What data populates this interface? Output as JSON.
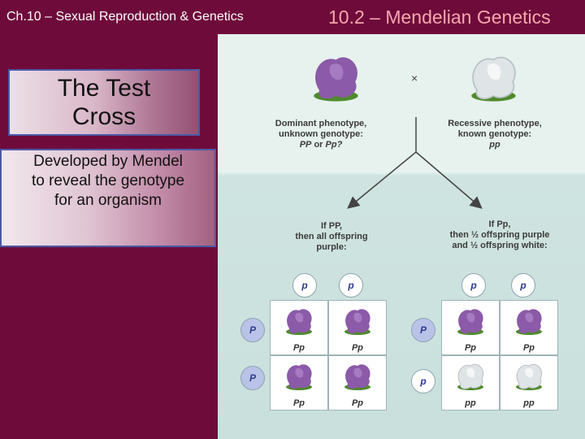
{
  "header": {
    "left_title": "Ch.10 – Sexual Reproduction & Genetics",
    "right_title": "10.2 – Mendelian Genetics"
  },
  "title_box": {
    "line1": "The Test",
    "line2": "Cross"
  },
  "description": {
    "line1": "Developed by Mendel",
    "line2": "to reveal the genotype",
    "line3": "for an organism"
  },
  "diagram": {
    "cross_symbol": "×",
    "dominant": {
      "line1": "Dominant phenotype,",
      "line2": "unknown genotype:",
      "g1": "PP",
      "or": " or ",
      "g2": "Pp?"
    },
    "recessive": {
      "line1": "Recessive phenotype,",
      "line2": "known genotype:",
      "g": "pp"
    },
    "case_left": {
      "line1": "If PP,",
      "line2": "then all offspring",
      "line3": "purple:"
    },
    "case_right": {
      "line1": "If Pp,",
      "line2": "then ½ offspring purple",
      "line3": "and ½ offspring white:"
    },
    "left_square": {
      "top_gametes": [
        "p",
        "p"
      ],
      "side_gametes": [
        "P",
        "P"
      ],
      "cells": [
        "Pp",
        "Pp",
        "Pp",
        "Pp"
      ]
    },
    "right_square": {
      "top_gametes": [
        "p",
        "p"
      ],
      "side_gametes": [
        "P",
        "p"
      ],
      "cells": [
        "Pp",
        "Pp",
        "pp",
        "pp"
      ]
    }
  },
  "colors": {
    "background": "#6e0b3a",
    "right_title": "#f7a7ad",
    "purple_flower": "#8b5aa8",
    "white_flower": "#dfe4e6"
  }
}
